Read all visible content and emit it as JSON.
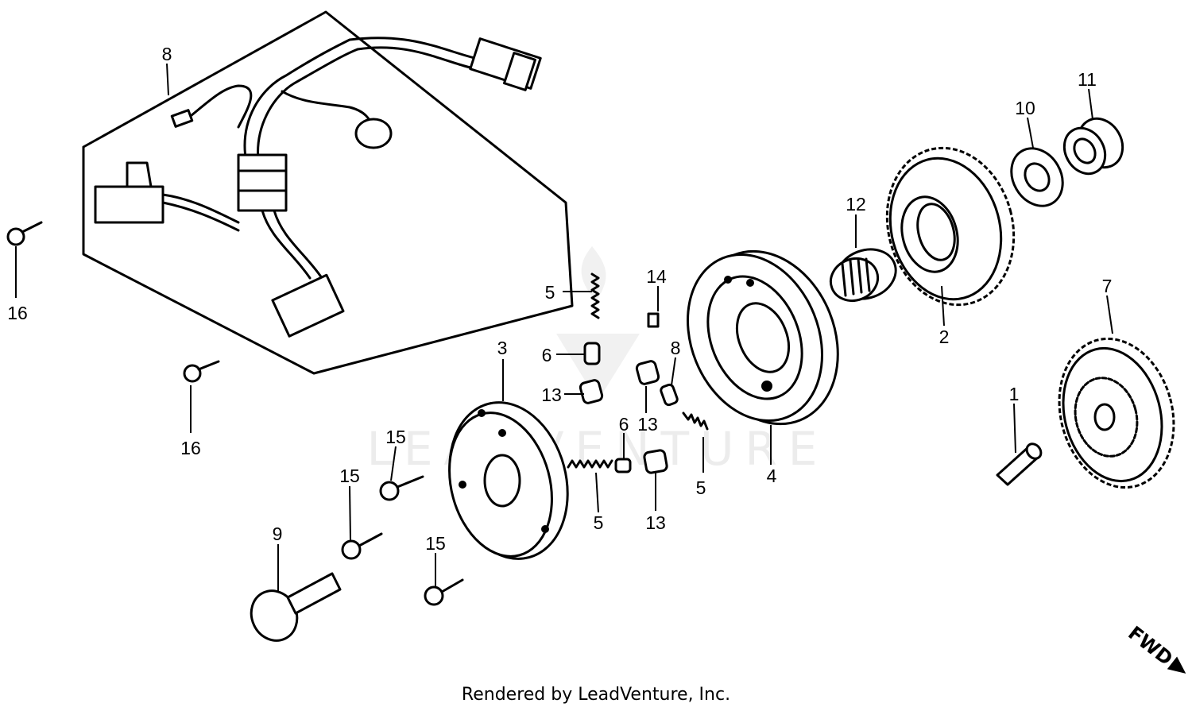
{
  "diagram": {
    "callouts": [
      "8",
      "16",
      "16",
      "5",
      "14",
      "3",
      "6",
      "8",
      "13",
      "13",
      "6",
      "5",
      "4",
      "12",
      "2",
      "10",
      "11",
      "7",
      "1",
      "15",
      "15",
      "15",
      "9",
      "5",
      "13"
    ],
    "watermark": "LEADVENTURE",
    "direction_label": "FWD",
    "footer": "Rendered by LeadVenture, Inc."
  }
}
